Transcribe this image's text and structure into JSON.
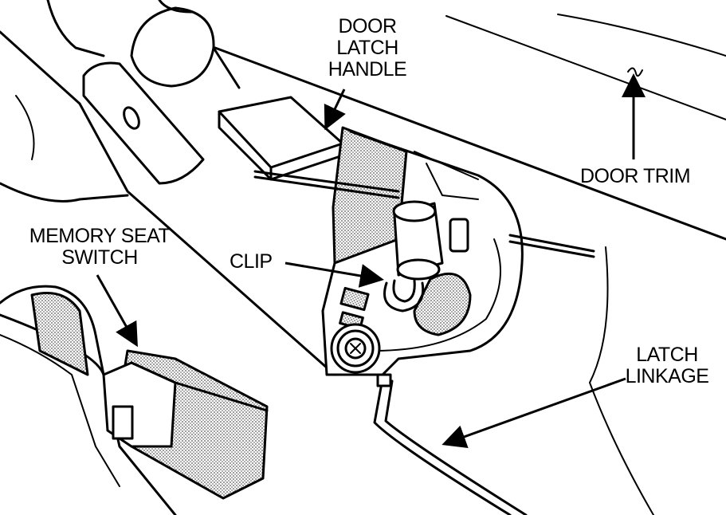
{
  "labels": {
    "door_latch_handle": [
      "DOOR",
      "LATCH",
      "HANDLE"
    ],
    "door_trim": "DOOR TRIM",
    "memory_seat_switch": [
      "MEMORY SEAT",
      "SWITCH"
    ],
    "clip": "CLIP",
    "latch_linkage": [
      "LATCH",
      "LINKAGE"
    ]
  },
  "colors": {
    "ink": "#000000",
    "paper": "#ffffff",
    "stipple": "#9a9a9a"
  }
}
